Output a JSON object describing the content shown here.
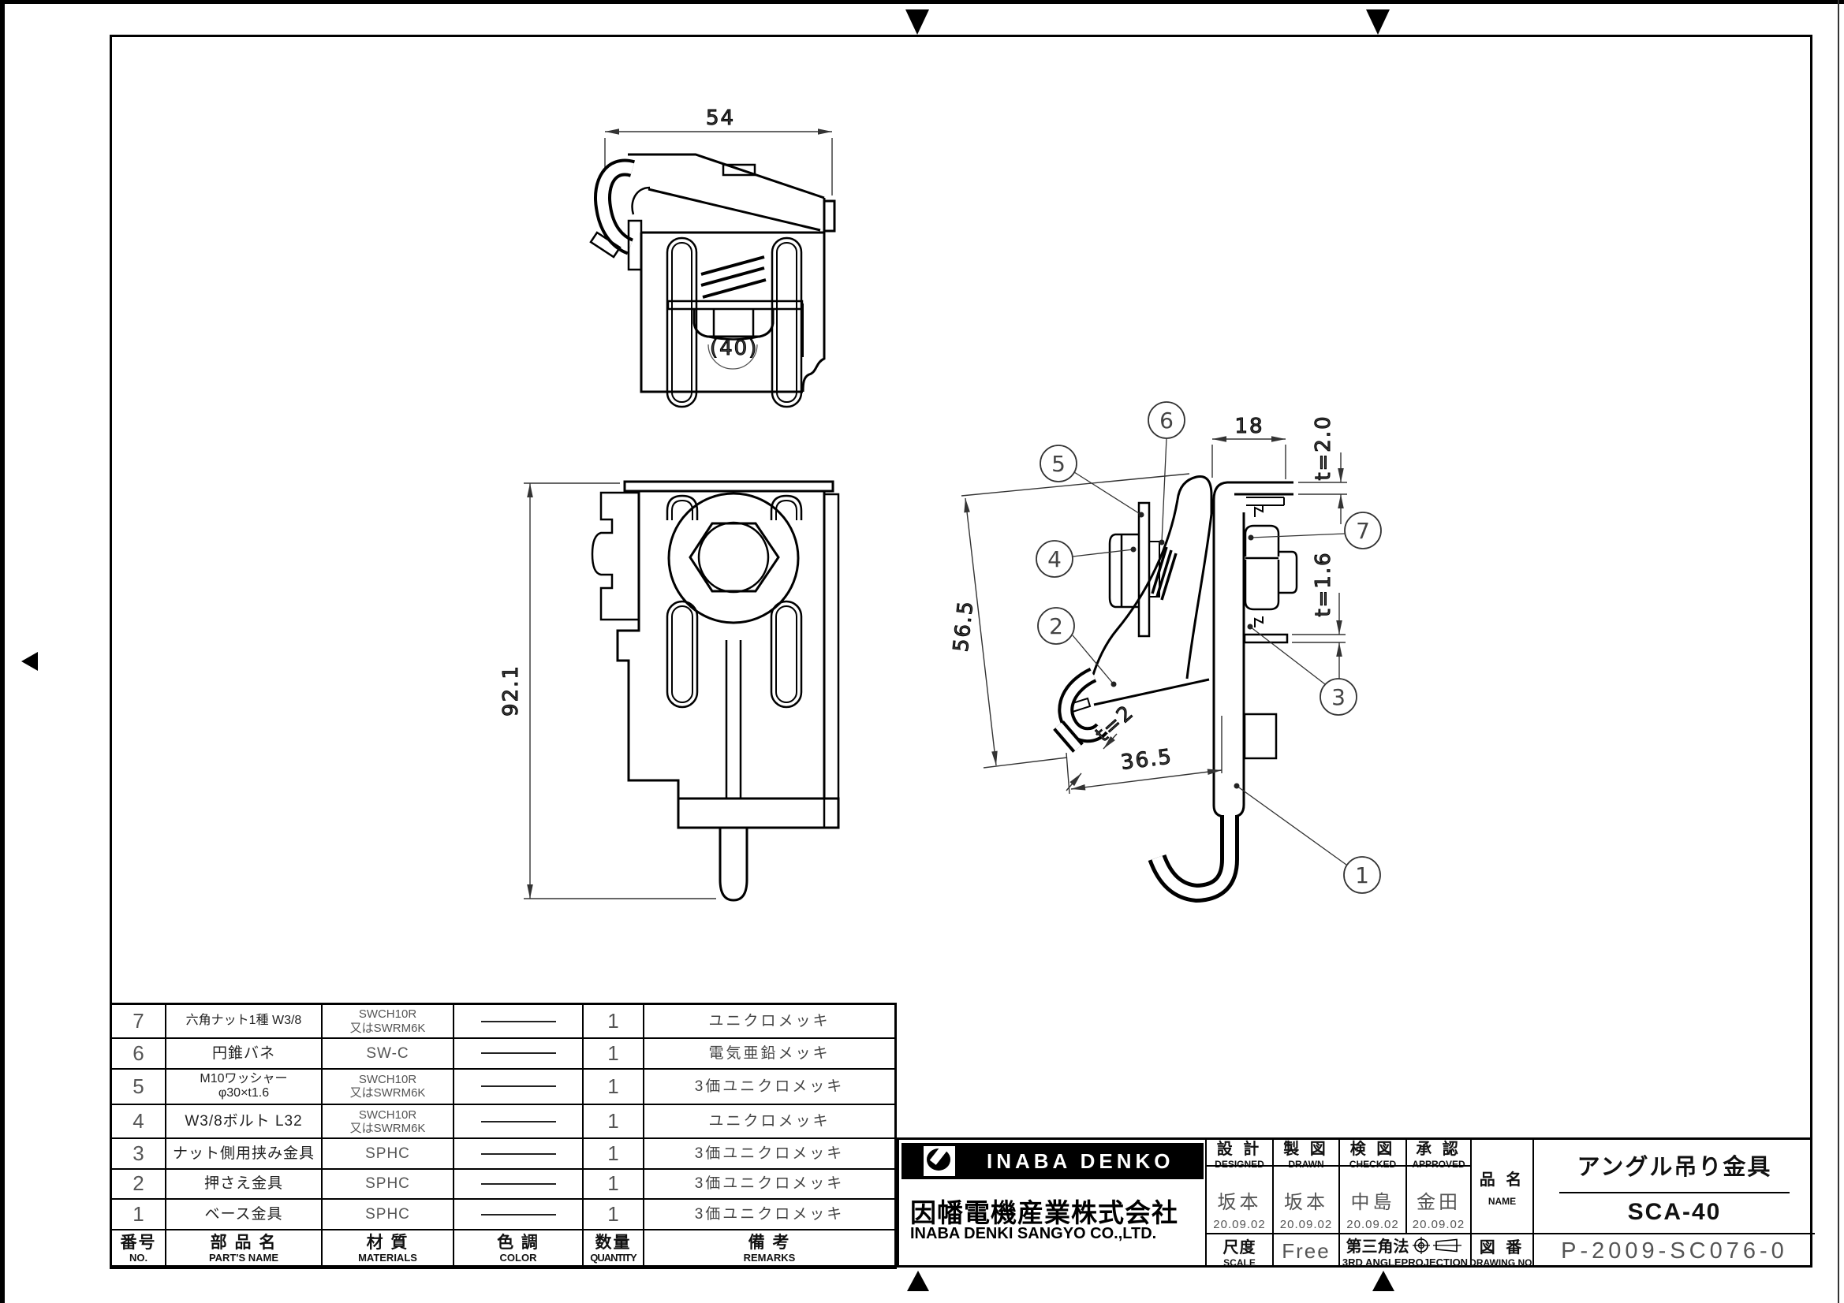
{
  "drawing": {
    "front_view": {
      "dim_width": "54",
      "pipe_label": "(40)"
    },
    "bottom_view": {
      "dim_height": "92.1"
    },
    "side_view": {
      "dim_flange": "18",
      "dim_t20": "t=2.0",
      "dim_t16": "t=1.6",
      "dim_diag": "56.5",
      "dim_t2": "t=2",
      "dim_base": "36.5",
      "balloons": [
        "1",
        "2",
        "3",
        "4",
        "5",
        "6",
        "7"
      ]
    }
  },
  "parts_table": {
    "header": {
      "no_jp": "番号",
      "no_en": "NO.",
      "name_jp": "部 品 名",
      "name_en": "PART'S NAME",
      "mat_jp": "材 質",
      "mat_en": "MATERIALS",
      "color_jp": "色 調",
      "color_en": "COLOR",
      "qty_jp": "数量",
      "qty_en": "QUANTITY",
      "rem_jp": "備  考",
      "rem_en": "REMARKS"
    },
    "rows": [
      {
        "no": "7",
        "name": "六角ナット1種 W3/8",
        "name2": "",
        "mat": "SWCH10R",
        "mat2": "又はSWRM6K",
        "qty": "1",
        "remarks": "ユニクロメッキ"
      },
      {
        "no": "6",
        "name": "円錐バネ",
        "name2": "",
        "mat": "SW-C",
        "mat2": "",
        "qty": "1",
        "remarks": "電気亜鉛メッキ"
      },
      {
        "no": "5",
        "name": "M10ワッシャー",
        "name2": "φ30×t1.6",
        "mat": "SWCH10R",
        "mat2": "又はSWRM6K",
        "qty": "1",
        "remarks": "3価ユニクロメッキ"
      },
      {
        "no": "4",
        "name": "W3/8ボルト L32",
        "name2": "",
        "mat": "SWCH10R",
        "mat2": "又はSWRM6K",
        "qty": "1",
        "remarks": "ユニクロメッキ"
      },
      {
        "no": "3",
        "name": "ナット側用挟み金具",
        "name2": "",
        "mat": "SPHC",
        "mat2": "",
        "qty": "1",
        "remarks": "3価ユニクロメッキ"
      },
      {
        "no": "2",
        "name": "押さえ金具",
        "name2": "",
        "mat": "SPHC",
        "mat2": "",
        "qty": "1",
        "remarks": "3価ユニクロメッキ"
      },
      {
        "no": "1",
        "name": "ベース金具",
        "name2": "",
        "mat": "SPHC",
        "mat2": "",
        "qty": "1",
        "remarks": "3価ユニクロメッキ"
      }
    ]
  },
  "title_block": {
    "logo_text": "INABA DENKO",
    "company_jp": "因幡電機産業株式会社",
    "company_en": "INABA DENKI SANGYO CO.,LTD.",
    "designed": {
      "jp": "設 計",
      "en": "DESIGNED",
      "name": "坂本",
      "date": "20.09.02"
    },
    "drawn": {
      "jp": "製 図",
      "en": "DRAWN",
      "name": "坂本",
      "date": "20.09.02"
    },
    "checked": {
      "jp": "検 図",
      "en": "CHECKED",
      "name": "中島",
      "date": "20.09.02"
    },
    "approved": {
      "jp": "承 認",
      "en": "APPROVED",
      "name": "金田",
      "date": "20.09.02"
    },
    "name_label": {
      "jp": "品 名",
      "en": "NAME"
    },
    "product_name": "アングル吊り金具",
    "model": "SCA-40",
    "scale_label": {
      "jp": "尺度",
      "en": "SCALE"
    },
    "scale_value": "Free",
    "projection": {
      "jp": "第三角法",
      "en": "3RD ANGLEPROJECTION"
    },
    "drawing_no_label": {
      "jp": "図 番",
      "en": "DRAWING NO."
    },
    "drawing_no": "P-2009-SC076-0"
  }
}
